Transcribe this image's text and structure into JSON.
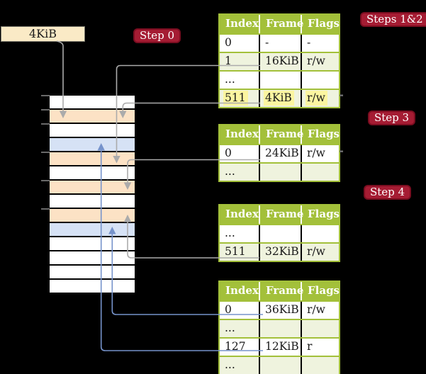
{
  "frame_box": {
    "label": "4KiB"
  },
  "badges": {
    "step0": "Step 0",
    "steps12": "Steps 1&2",
    "step3": "Step 3",
    "step4": "Step 4"
  },
  "columns": [
    "Index",
    "Frame",
    "Flags"
  ],
  "tables": [
    {
      "id": "level-root-table",
      "rows": [
        {
          "cells": [
            "0",
            "-",
            "-"
          ],
          "shade": false,
          "highlight": false
        },
        {
          "cells": [
            "1",
            "16KiB",
            "r/w"
          ],
          "shade": true,
          "highlight": false
        },
        {
          "cells": [
            "...",
            "",
            ""
          ],
          "shade": false,
          "highlight": false
        },
        {
          "cells": [
            "511",
            "4KiB",
            "r/w"
          ],
          "shade": true,
          "highlight": true
        }
      ]
    },
    {
      "id": "step3-table",
      "rows": [
        {
          "cells": [
            "0",
            "24KiB",
            "r/w"
          ],
          "shade": false,
          "highlight": false
        },
        {
          "cells": [
            "...",
            "",
            ""
          ],
          "shade": true,
          "highlight": false
        }
      ]
    },
    {
      "id": "step4-table",
      "rows": [
        {
          "cells": [
            "...",
            "",
            ""
          ],
          "shade": false,
          "highlight": false
        },
        {
          "cells": [
            "511",
            "32KiB",
            "r/w"
          ],
          "shade": true,
          "highlight": false
        }
      ]
    },
    {
      "id": "final-table",
      "rows": [
        {
          "cells": [
            "0",
            "36KiB",
            "r/w"
          ],
          "shade": false,
          "highlight": false
        },
        {
          "cells": [
            "...",
            "",
            ""
          ],
          "shade": true,
          "highlight": false
        },
        {
          "cells": [
            "127",
            "12KiB",
            "r"
          ],
          "shade": false,
          "highlight": false
        },
        {
          "cells": [
            "...",
            "",
            ""
          ],
          "shade": true,
          "highlight": false
        }
      ]
    }
  ],
  "memory": {
    "rows": [
      "white",
      "peach",
      "white",
      "blue",
      "peach",
      "white",
      "peach",
      "white",
      "peach",
      "blue",
      "white",
      "white",
      "white",
      "white"
    ]
  },
  "connectors": [
    {
      "from": "frame-size-box",
      "to": "memory-row-2",
      "color": "gray"
    },
    {
      "from": "root-table-row-1",
      "to": "memory-row-5",
      "color": "gray"
    },
    {
      "from": "root-table-row-511",
      "to": "memory-row-2",
      "color": "gray"
    },
    {
      "from": "step3-table-row-0",
      "to": "memory-row-7",
      "color": "gray"
    },
    {
      "from": "step4-table-row-511",
      "to": "memory-row-9",
      "color": "gray"
    },
    {
      "from": "final-table-row-0",
      "to": "memory-row-10",
      "color": "blue"
    },
    {
      "from": "final-table-row-127",
      "to": "memory-row-4",
      "color": "blue"
    }
  ],
  "colors": {
    "bg": "#000000",
    "tableGreen": "#a3c03a",
    "rowShade": "#eff3de",
    "cream": "#faeac6",
    "peach": "#fce2c5",
    "blueRow": "#d6e2f5",
    "highlight": "#fbf5a0",
    "badgeRed": "#a51c33",
    "badgeBorder": "#7a0d20",
    "grayLine": "#ababab",
    "blueLine": "#7693cb",
    "tick": "#8c8c8c"
  }
}
